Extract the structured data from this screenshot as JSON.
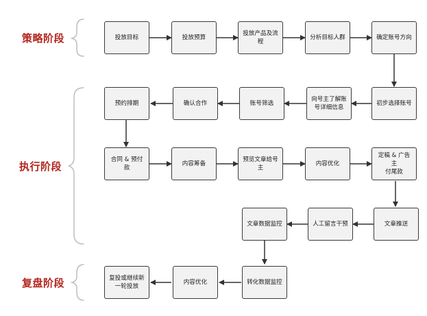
{
  "phases": {
    "strategy": "策略阶段",
    "execution": "执行阶段",
    "review": "复盘阶段"
  },
  "steps": {
    "s1": "投放目标",
    "s2": "投放预算",
    "s3": "投放产品及流\n程",
    "s4": "分析目标人群",
    "s5": "确定账号方向",
    "e1": "初步选择账号",
    "e2": "向号主了解账\n号详细信息",
    "e3": "账号筛选",
    "e4": "确认合作",
    "e5": "预约排期",
    "e6": "合同 & 预付款",
    "e7": "内容筹备",
    "e8": "预览文章给号\n主",
    "e9": "内容优化",
    "e10": "定稿 & 广告主\n付尾款",
    "e11": "文章推送",
    "e12": "人工留言干预",
    "e13": "文章数据监控",
    "r1": "转化数据监控",
    "r2": "内容优化",
    "r3": "复投或继续新\n一轮投放"
  },
  "colors": {
    "phase": "#b3261e",
    "box_border": "#3a3a3a",
    "box_fill": "#f2f2f2",
    "line": "#333333"
  }
}
